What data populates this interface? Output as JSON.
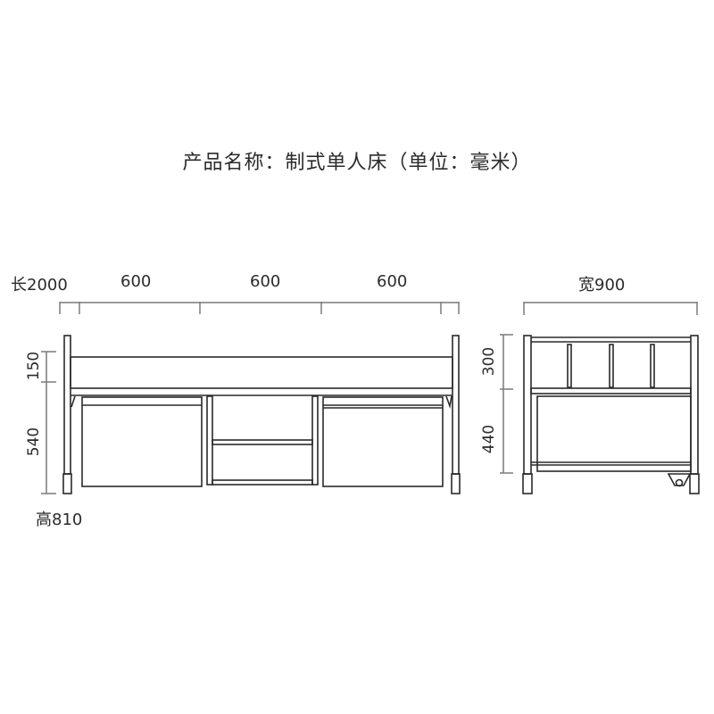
{
  "title": "产品名称：制式单人床（单位：毫米）",
  "front_view": {
    "length_label": "长2000",
    "segments": [
      "600",
      "600",
      "600"
    ],
    "height_label": "高810",
    "vertical_dims": [
      "150",
      "540"
    ]
  },
  "side_view": {
    "width_label": "宽900",
    "vertical_dims": [
      "300",
      "440"
    ]
  },
  "colors": {
    "line": "#2a2a2a",
    "dim_line": "#7a7a7a",
    "text": "#2b2b2b"
  }
}
